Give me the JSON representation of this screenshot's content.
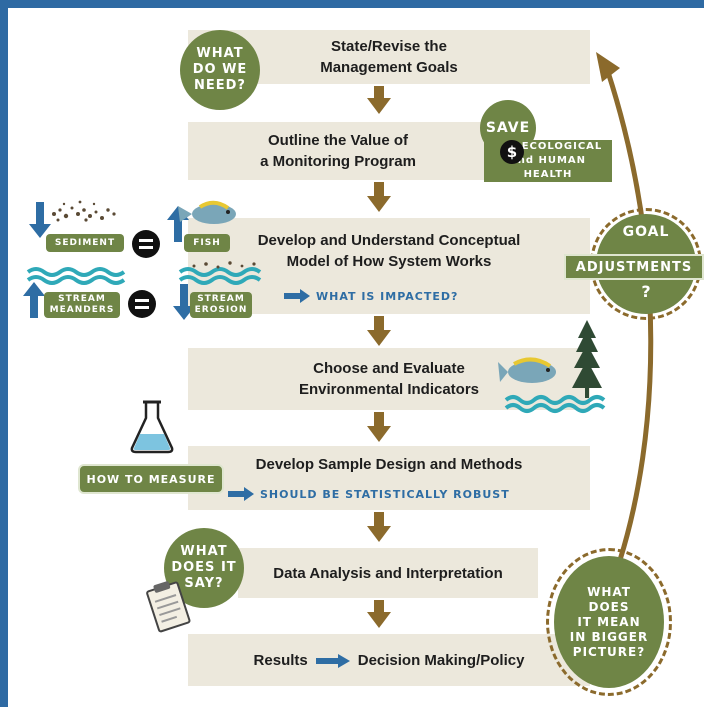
{
  "steps": [
    {
      "lines": "State/Revise the\nManagement Goals"
    },
    {
      "lines": "Outline the Value of\na Monitoring Program"
    },
    {
      "lines": "Develop and Understand Conceptual\nModel of How System Works"
    },
    {
      "lines": "Choose and Evaluate\nEnvironmental Indicators"
    },
    {
      "lines": "Develop Sample Design and Methods"
    },
    {
      "lines": "Data Analysis and Interpretation"
    },
    {
      "results": "Results",
      "decision": "Decision Making/Policy"
    }
  ],
  "callouts": {
    "what_do_we_need": "WHAT\nDO WE\nNEED?",
    "save": "SAVE",
    "ecological": "ECOLOGICAL",
    "human_health": "and HUMAN HEALTH",
    "what_is_impacted": "WHAT IS IMPACTED?",
    "how_to_measure": "HOW TO MEASURE",
    "statistically_robust": "SHOULD BE STATISTICALLY ROBUST",
    "what_does_it_say": "WHAT\nDOES IT\nSAY?",
    "goal": "GOAL",
    "adjustments": "ADJUSTMENTS",
    "question": "?",
    "bigger_picture": "WHAT\nDOES\nIT MEAN\nIN BIGGER\nPICTURE?"
  },
  "equations": {
    "sediment": "SEDIMENT",
    "fish": "FISH",
    "stream_meanders": "STREAM\nMEANDERS",
    "stream_erosion": "STREAM\nEROSION"
  },
  "icons": {
    "dollar": "$",
    "down_arrow": "down-arrow-icon",
    "up_arrow": "up-arrow-icon",
    "equals": "equals-icon"
  },
  "colors": {
    "step_fill": "#ece8dc",
    "badge_green": "#6f8546",
    "flow_arrow": "#8b6a2c",
    "accent_blue": "#2e6da4",
    "water": "#2fa9b8",
    "page_border": "#2e6aa3"
  }
}
